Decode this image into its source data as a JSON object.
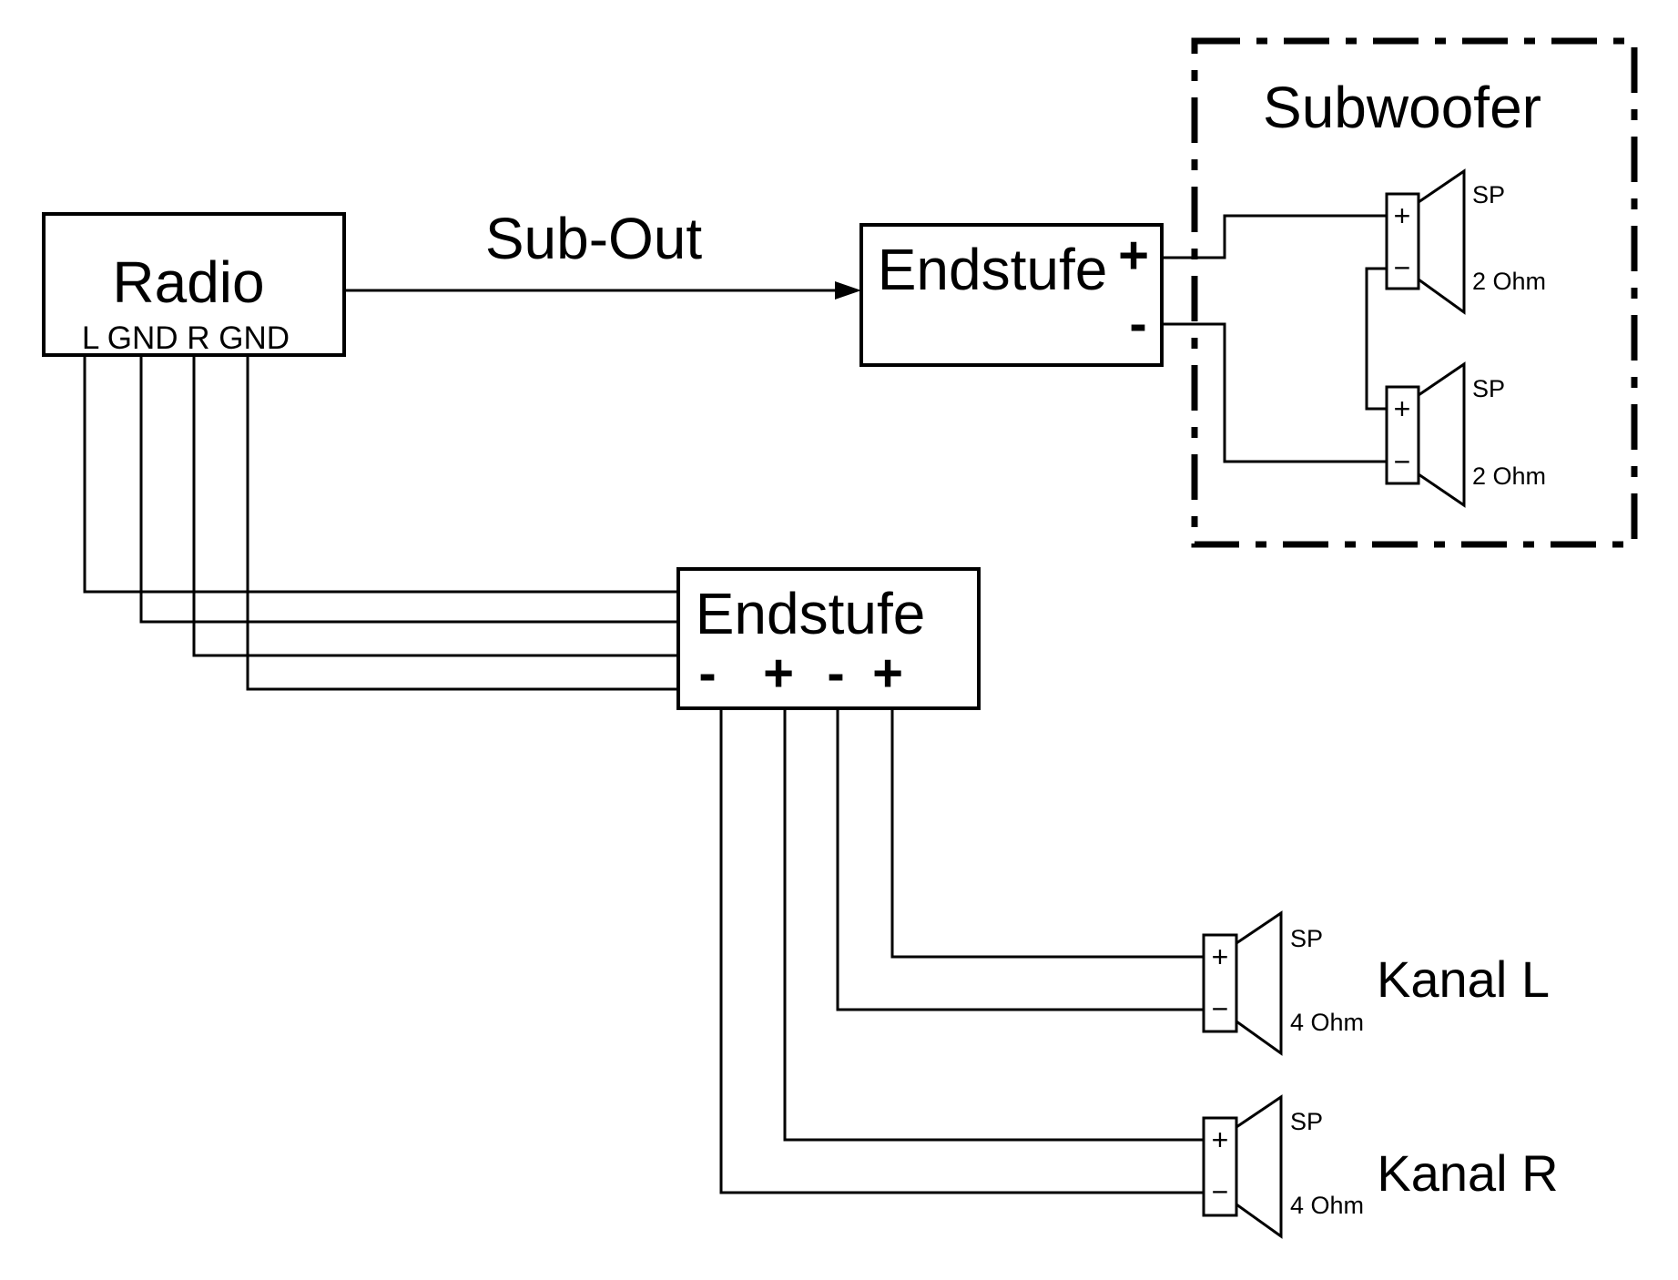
{
  "colors": {
    "line": "#000000",
    "background": "#ffffff"
  },
  "radio": {
    "title": "Radio",
    "terminals_label": "L GND R GND"
  },
  "connection": {
    "sub_out_label": "Sub-Out"
  },
  "amp_sub": {
    "title": "Endstufe",
    "plus": "+",
    "minus": "-"
  },
  "amp_main": {
    "title": "Endstufe",
    "terminals": [
      "-",
      "+",
      "-",
      "+"
    ]
  },
  "subwoofer": {
    "title": "Subwoofer",
    "speakers": [
      {
        "label": "SP",
        "impedance": "2 Ohm",
        "plus": "+",
        "minus": "−"
      },
      {
        "label": "SP",
        "impedance": "2 Ohm",
        "plus": "+",
        "minus": "−"
      }
    ]
  },
  "channels": [
    {
      "title": "Kanal L",
      "speaker_label": "SP",
      "impedance": "4 Ohm",
      "plus": "+",
      "minus": "−"
    },
    {
      "title": "Kanal R",
      "speaker_label": "SP",
      "impedance": "4 Ohm",
      "plus": "+",
      "minus": "−"
    }
  ]
}
